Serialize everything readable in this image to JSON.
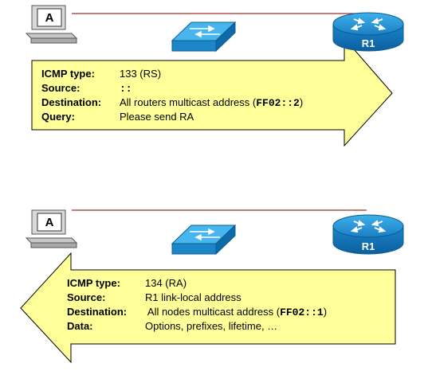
{
  "panels": [
    {
      "direction": "right",
      "host_label": "A",
      "router_label": "R1",
      "rows": [
        {
          "label": "ICMP type:",
          "value": "133 (RS)"
        },
        {
          "label": "Source:",
          "value_mono": "::"
        },
        {
          "label": "Destination:",
          "value": "All routers multicast address (",
          "value_mono": "FF02::2",
          "value_tail": ")"
        },
        {
          "label": "Query:",
          "value": "Please send RA"
        }
      ]
    },
    {
      "direction": "left",
      "host_label": "A",
      "router_label": "R1",
      "rows": [
        {
          "label": "ICMP type:",
          "value": "134 (RA)"
        },
        {
          "label": "Source:",
          "value": "R1 link-local address"
        },
        {
          "label": "Destination:",
          "value": " All nodes multicast address (",
          "value_mono": "FF02::1",
          "value_tail": ")"
        },
        {
          "label": "Data:",
          "value": "Options, prefixes, lifetime, …"
        }
      ]
    }
  ],
  "colors": {
    "arrow_fill": "#ffff99",
    "arrow_stroke": "#000000",
    "link_line": "#993333",
    "router": "#1a8fd0",
    "switch": "#1f9fd9"
  }
}
